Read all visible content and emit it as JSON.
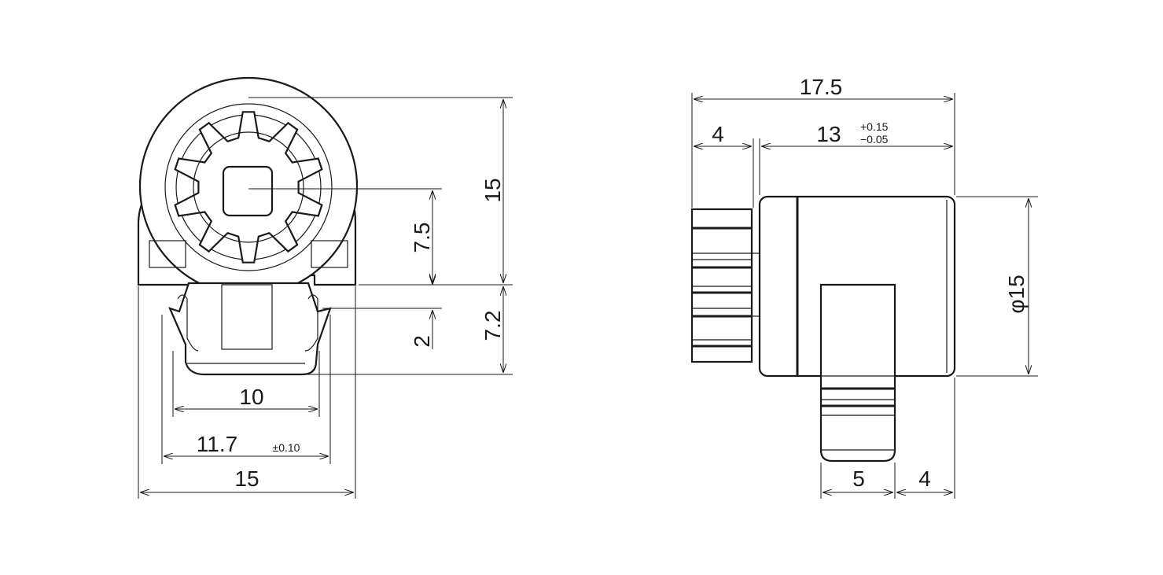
{
  "front_view": {
    "dim_height_total": "15",
    "dim_center_height": "7.5",
    "dim_leg_height": "7.2",
    "dim_tip_offset": "2",
    "dim_inner_width": "10",
    "dim_hook_width": "11.7",
    "dim_hook_width_tol": "±0.10",
    "dim_body_width": "15"
  },
  "side_view": {
    "dim_total_length": "17.5",
    "dim_gear_length": "4",
    "dim_body_length": "13",
    "dim_body_tol_upper": "+0.15",
    "dim_body_tol_lower": "−0.05",
    "dim_diameter": "φ15",
    "dim_tab_width": "5",
    "dim_tab_offset": "4"
  },
  "colors": {
    "line": "#1a1a1a",
    "background": "#ffffff"
  }
}
